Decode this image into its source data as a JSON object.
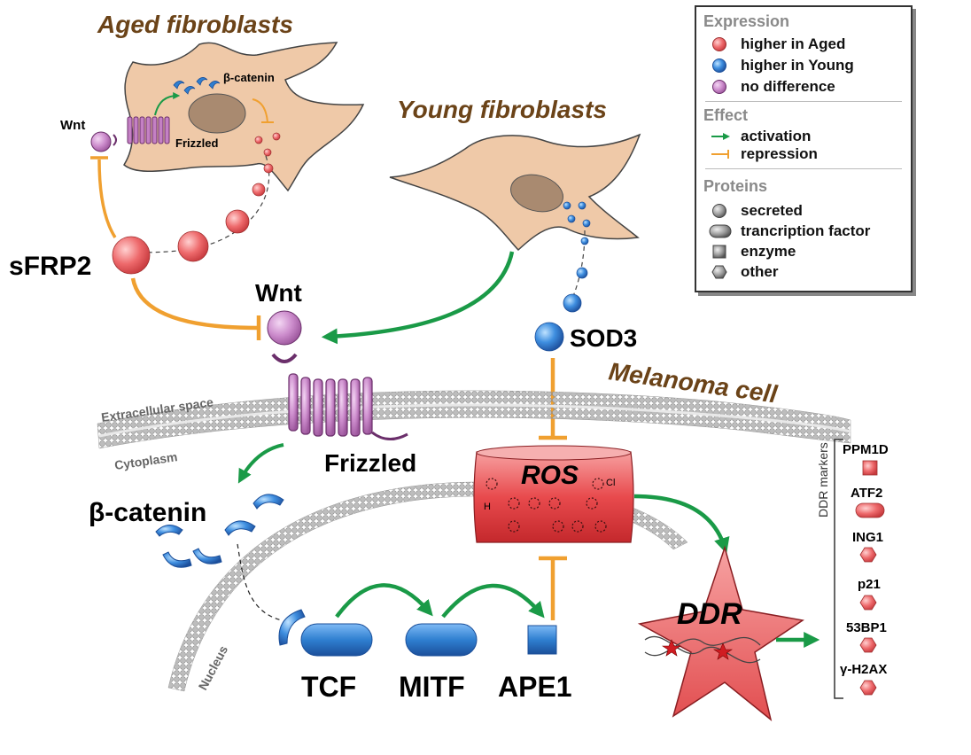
{
  "title_aged": "Aged fibroblasts",
  "title_young": "Young fibroblasts",
  "title_melanoma": "Melanoma cell",
  "aged_cell": {
    "wnt": "Wnt",
    "beta_catenin": "β-catenin",
    "frizzled": "Frizzled"
  },
  "labels": {
    "sfrp2": "sFRP2",
    "wnt": "Wnt",
    "frizzled": "Frizzled",
    "sod3": "SOD3",
    "beta_catenin": "β-catenin",
    "extracellular": "Extracellular space",
    "cytoplasm": "Cytoplasm",
    "nucleus": "Nucleus",
    "tcf": "TCF",
    "mitf": "MITF",
    "ape1": "APE1",
    "ros": "ROS",
    "ddr": "DDR",
    "ros_h": "H",
    "ros_cl": "Cl"
  },
  "ddr_markers": {
    "title": "DDR markers",
    "items": [
      "PPM1D",
      "ATF2",
      "ING1",
      "p21",
      "53BP1",
      "γ-H2AX"
    ]
  },
  "legend": {
    "expression_title": "Expression",
    "expression": [
      "higher in Aged",
      "higher in Young",
      "no difference"
    ],
    "effect_title": "Effect",
    "effect": [
      "activation",
      "repression"
    ],
    "proteins_title": "Proteins",
    "proteins": [
      "secreted",
      "trancription factor",
      "enzyme",
      "other"
    ]
  },
  "colors": {
    "aged": "#e8575b",
    "young": "#2f7fd0",
    "no_difference": "#c480c4",
    "activation": "#1a9a47",
    "repression": "#f0a030",
    "fibroblast": "#efc9a8",
    "title_brown": "#6b4318"
  }
}
